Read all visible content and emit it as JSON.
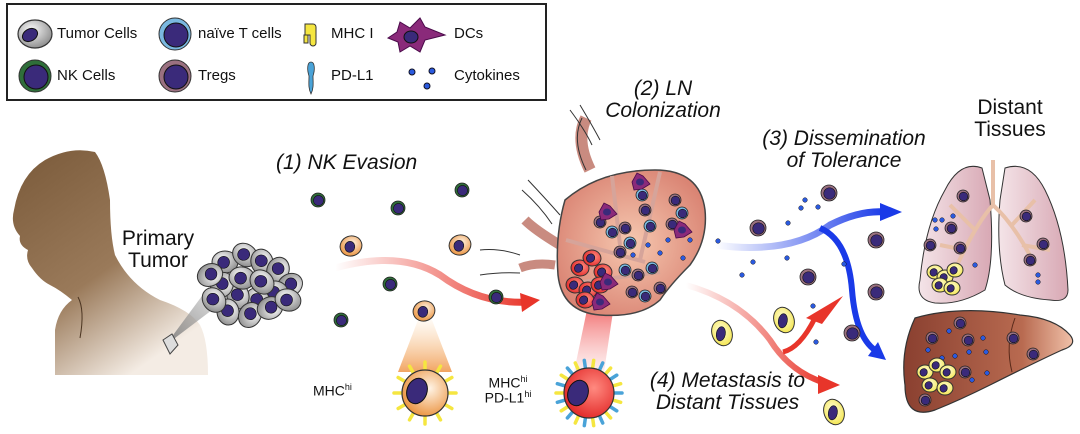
{
  "legend": {
    "items": [
      {
        "label": "Tumor Cells",
        "icon": "tumor-cell-icon"
      },
      {
        "label": "naïve T cells",
        "icon": "naive-t-cell-icon"
      },
      {
        "label": "MHC I",
        "icon": "mhc-i-icon"
      },
      {
        "label": "DCs",
        "icon": "dendritic-cell-icon"
      },
      {
        "label": "NK Cells",
        "icon": "nk-cell-icon"
      },
      {
        "label": "Tregs",
        "icon": "treg-cell-icon"
      },
      {
        "label": "PD-L1",
        "icon": "pd-l1-icon"
      },
      {
        "label": "Cytokines",
        "icon": "cytokines-icon"
      }
    ]
  },
  "labels": {
    "primary_tumor_line1": "Primary",
    "primary_tumor_line2": "Tumor",
    "step1": "(1) NK Evasion",
    "step2_line1": "(2) LN",
    "step2_line2": "Colonization",
    "step3_line1": "(3) Dissemination",
    "step3_line2": "of Tolerance",
    "step4_line1": "(4) Metastasis to",
    "step4_line2": "Distant Tissues",
    "distant_line1": "Distant",
    "distant_line2": "Tissues",
    "mhc_hi_base": "MHC",
    "mhc_hi_sup": "hi",
    "pd_l1_hi_base": "PD-L1",
    "pd_l1_hi_sup": "hi"
  },
  "colors": {
    "skin": "#7a5a3a",
    "tumor_gray": "#c8c8c8",
    "nucleus": "#3a2a7a",
    "nk_green": "#2f6e3a",
    "naive_t_blue": "#7ab8e0",
    "treg_mauve": "#9a7080",
    "mhc_yellow": "#f5e640",
    "pdl1_blue": "#4aa3d8",
    "dc_purple": "#8a2a7a",
    "orange_cell": "#f0a050",
    "red_cell": "#e83030",
    "red_arrow": "#e8352a",
    "blue_arrow": "#1a3ae8",
    "lymph_node": "#d89080",
    "lung_pink": "#e3c0c8",
    "liver_brown": "#8a4a38"
  }
}
